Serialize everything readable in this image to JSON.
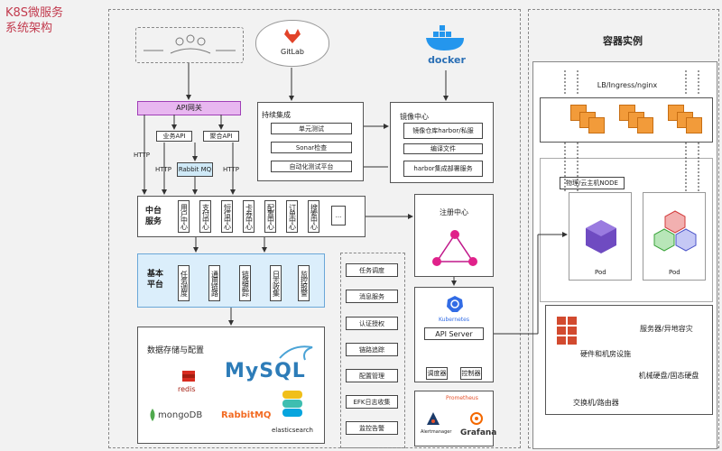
{
  "page_title": [
    "K8S微服务",
    "系统架构"
  ],
  "logos": {
    "gitlab": "GitLab",
    "docker": "docker"
  },
  "ci": {
    "title": "持续集成",
    "items": [
      "单元测试",
      "Sonar检查",
      "自动化测试平台"
    ]
  },
  "registry": {
    "title": "镜像中心",
    "items": [
      "镜像仓库harbor/私服",
      "编译文件",
      "harbor集成部署服务"
    ]
  },
  "api_gateway": {
    "title": "API网关",
    "items": [
      "业务API",
      "聚合API"
    ],
    "mq": "Rabbit MQ",
    "http": [
      "HTTP",
      "HTTP",
      "HTTP"
    ]
  },
  "middle": {
    "title": "中台服务",
    "services": [
      "用户中心",
      "支付中心",
      "短信中心",
      "卡券中心",
      "配置中心",
      "订单中心",
      "搜索中心"
    ],
    "more": "..."
  },
  "registry_center": {
    "title": "注册中心"
  },
  "base": {
    "title": "基本平台",
    "items": [
      "任务调度",
      "通用链路",
      "链路跟踪",
      "日志收集",
      "监控报警"
    ]
  },
  "storage": {
    "title": "数据存储与配置",
    "logos": [
      "MySQL",
      "redis",
      "mongoDB",
      "RabbitMQ",
      "elasticsearch"
    ]
  },
  "ops_list": [
    "任务调度",
    "消息服务",
    "认证授权",
    "链路追踪",
    "配置管理",
    "EFK日志收集",
    "监控告警"
  ],
  "k8s": {
    "label": "Kubernetes",
    "api": "API Server",
    "sub": [
      "调度器",
      "控制器"
    ]
  },
  "monitor": {
    "labels": [
      "Prometheus",
      "Alertmanager",
      "Grafana"
    ]
  },
  "container": {
    "title": "容器实例",
    "lb": "LB/Ingress/nginx",
    "node_label": "物理/云主机NODE",
    "pods": [
      "Pod",
      "Pod"
    ],
    "infra": [
      "服务器/异地容灾",
      "硬件和机房设施",
      "机械硬盘/固态硬盘",
      "交换机/路由器"
    ]
  },
  "colors": {
    "title": "#c23b4e",
    "gateway": "#e8b7f0",
    "base": "#dbeefb",
    "pink": "#e0218a",
    "pod": "#6f4bc1",
    "cube": "#f29b3a"
  }
}
